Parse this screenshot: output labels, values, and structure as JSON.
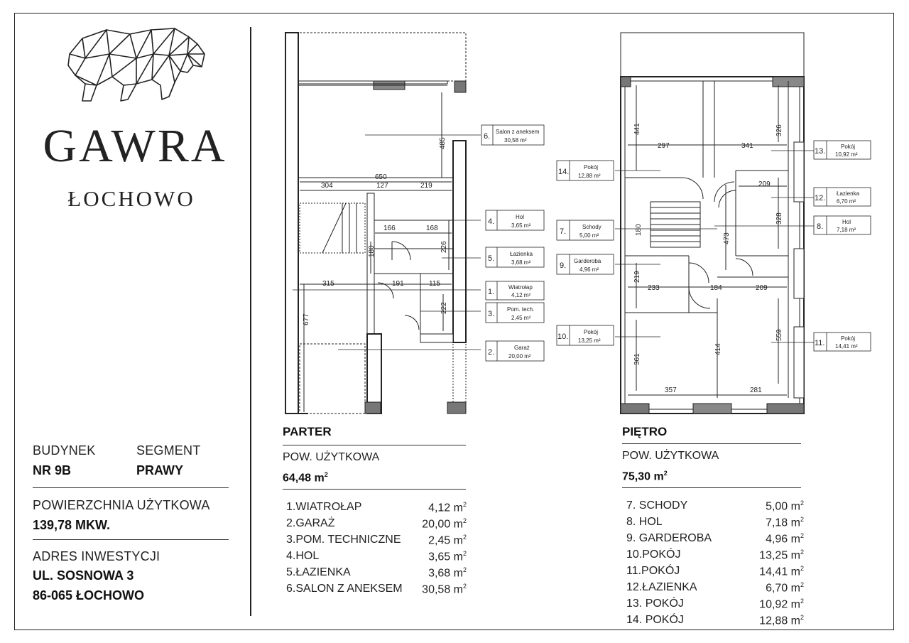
{
  "brand": {
    "name": "GAWRA",
    "location": "ŁOCHOWO"
  },
  "info": {
    "building_label": "BUDYNEK",
    "building_value": "NR 9B",
    "segment_label": "SEGMENT",
    "segment_value": "PRAWY",
    "area_label": "POWIERZCHNIA UŻYTKOWA",
    "area_value": "139,78 MKW.",
    "address_label": "ADRES INWESTYCJI",
    "address_line1": "UL. SOSNOWA 3",
    "address_line2": "86-065 ŁOCHOWO"
  },
  "ground": {
    "title": "PARTER",
    "area_label": "POW. UŻYTKOWA",
    "area_value": "64,48 m",
    "area_unit_exp": "2",
    "rooms": [
      {
        "name": "1.WIATROŁAP",
        "area": "4,12 m"
      },
      {
        "name": "2.GARAŻ",
        "area": "20,00 m"
      },
      {
        "name": "3.POM. TECHNICZNE",
        "area": "2,45 m"
      },
      {
        "name": "4.HOL",
        "area": "3,65 m"
      },
      {
        "name": "5.ŁAZIENKA",
        "area": "3,68 m"
      },
      {
        "name": "6.SALON Z ANEKSEM",
        "area": "30,58 m"
      }
    ],
    "callouts": [
      {
        "num": "6.",
        "name": "Salon z aneksem",
        "area": "30,58 m²"
      },
      {
        "num": "4.",
        "name": "Hol",
        "area": "3,65 m²"
      },
      {
        "num": "5.",
        "name": "Łazienka",
        "area": "3,68 m²"
      },
      {
        "num": "1.",
        "name": "Wiatrołap",
        "area": "4,12 m²"
      },
      {
        "num": "3.",
        "name": "Pom. tech.",
        "area": "2,45 m²"
      },
      {
        "num": "2.",
        "name": "Garaż",
        "area": "20,00 m²"
      }
    ],
    "dims": [
      "650",
      "304",
      "127",
      "219",
      "485",
      "166",
      "168",
      "226",
      "180",
      "315",
      "191",
      "115",
      "222",
      "677"
    ]
  },
  "upper": {
    "title": "PIĘTRO",
    "area_label": "POW. UŻYTKOWA",
    "area_value": "75,30 m",
    "area_unit_exp": "2",
    "rooms": [
      {
        "name": "7. SCHODY",
        "area": "5,00 m"
      },
      {
        "name": "8. HOL",
        "area": "7,18 m"
      },
      {
        "name": "9. GARDEROBA",
        "area": "4,96 m"
      },
      {
        "name": "10.POKÓJ",
        "area": "13,25 m"
      },
      {
        "name": "11.POKÓJ",
        "area": "14,41 m"
      },
      {
        "name": "12.ŁAZIENKA",
        "area": "6,70 m"
      },
      {
        "name": "13. POKÓJ",
        "area": "10,92 m"
      },
      {
        "name": "14. POKÓJ",
        "area": "12,88 m"
      }
    ],
    "callouts": [
      {
        "num": "14.",
        "name": "Pokój",
        "area": "12,88 m²"
      },
      {
        "num": "7.",
        "name": "Schody",
        "area": "5,00 m²"
      },
      {
        "num": "9.",
        "name": "Garderoba",
        "area": "4,96 m²"
      },
      {
        "num": "10.",
        "name": "Pokój",
        "area": "13,25 m²"
      },
      {
        "num": "13.",
        "name": "Pokój",
        "area": "10,92 m²"
      },
      {
        "num": "12.",
        "name": "Łazienka",
        "area": "6,70 m²"
      },
      {
        "num": "8.",
        "name": "Hol",
        "area": "7,18 m²"
      },
      {
        "num": "11.",
        "name": "Pokój",
        "area": "14,41 m²"
      }
    ],
    "dims": [
      "441",
      "297",
      "341",
      "326",
      "209",
      "328",
      "473",
      "180",
      "219",
      "233",
      "184",
      "209",
      "559",
      "361",
      "414",
      "357",
      "281"
    ]
  },
  "colors": {
    "line": "#222222",
    "wall_fill": "#ffffff"
  }
}
